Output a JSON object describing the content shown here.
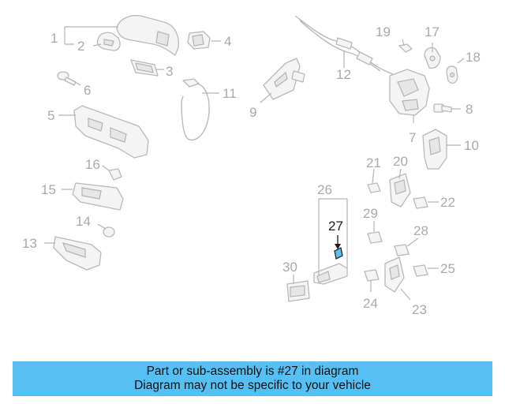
{
  "diagram": {
    "callouts": [
      "1",
      "2",
      "3",
      "4",
      "5",
      "6",
      "7",
      "8",
      "9",
      "10",
      "11",
      "12",
      "13",
      "14",
      "15",
      "16",
      "17",
      "18",
      "19",
      "20",
      "21",
      "22",
      "23",
      "24",
      "25",
      "26",
      "27",
      "28",
      "29",
      "30"
    ],
    "highlighted_part": "27",
    "colors": {
      "outline": "#b9b9b9",
      "label": "#a9a9a9",
      "highlight_fill": "#56c0f4",
      "highlight_label": "#1a1a1a"
    }
  },
  "banner": {
    "line1": "Part or sub-assembly is #27 in diagram",
    "line2": "Diagram may not be specific to your vehicle",
    "background": "#56c0f4"
  }
}
